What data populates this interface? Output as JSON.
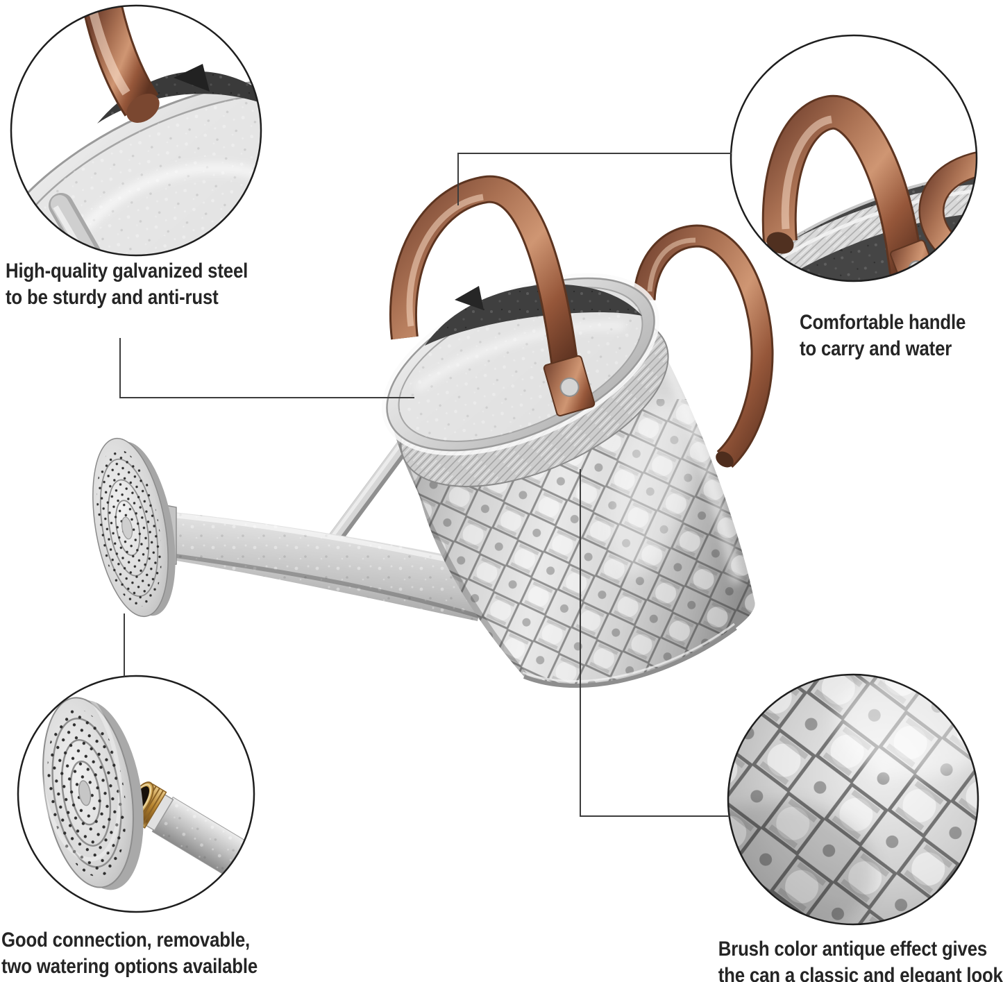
{
  "palette": {
    "background": "#ffffff",
    "text": "#252525",
    "leader_line": "#3c3c3c",
    "circle_outline": "#1e1e1e",
    "copper": "#a96c4c",
    "copper_dark": "#6f4028",
    "copper_light": "#d2a47e",
    "steel_light": "#ececec",
    "steel_mid": "#c6c6c6",
    "steel_dark": "#8f8f8f",
    "interior_dark": "#454545",
    "brass": "#bb8a3a"
  },
  "callouts": [
    {
      "id": "galvanized-steel",
      "lines": [
        "High-quality galvanized steel",
        "to be sturdy and anti-rust"
      ]
    },
    {
      "id": "comfortable-handle",
      "lines": [
        "Comfortable handle",
        "to carry and water"
      ]
    },
    {
      "id": "good-connection",
      "lines": [
        "Good connection, removable,",
        "two watering options available"
      ]
    },
    {
      "id": "antique-finish",
      "lines": [
        "Brush color antique effect gives",
        "the can a classic and elegant look"
      ]
    }
  ]
}
